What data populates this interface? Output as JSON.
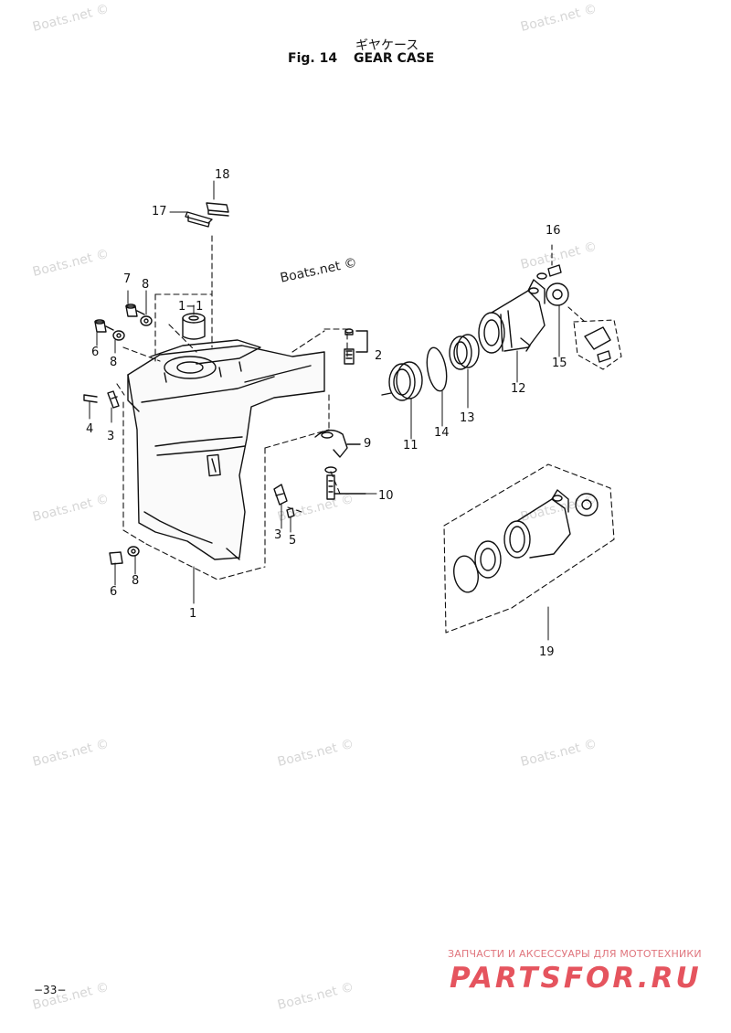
{
  "header": {
    "jp_title": "ギヤケース",
    "fig_label": "Fig. 14",
    "title": "GEAR CASE"
  },
  "watermark_center": "Boats.net ©",
  "watermark_text": "Boats.net ©",
  "callouts": {
    "c1": "1",
    "c1_1": "1−1",
    "c2": "2",
    "c3a": "3",
    "c3b": "3",
    "c4": "4",
    "c5": "5",
    "c6a": "6",
    "c6b": "6",
    "c7": "7",
    "c8a": "8",
    "c8b": "8",
    "c8c": "8",
    "c9": "9",
    "c10": "10",
    "c11": "11",
    "c12": "12",
    "c13": "13",
    "c14": "14",
    "c15": "15",
    "c16": "16",
    "c17": "17",
    "c18": "18",
    "c19": "19"
  },
  "page_number": "−33−",
  "brand": {
    "subtitle": "ЗАПЧАСТИ И АКСЕССУАРЫ ДЛЯ МОТОТЕХНИКИ",
    "name": "PARTSFOR.RU"
  }
}
